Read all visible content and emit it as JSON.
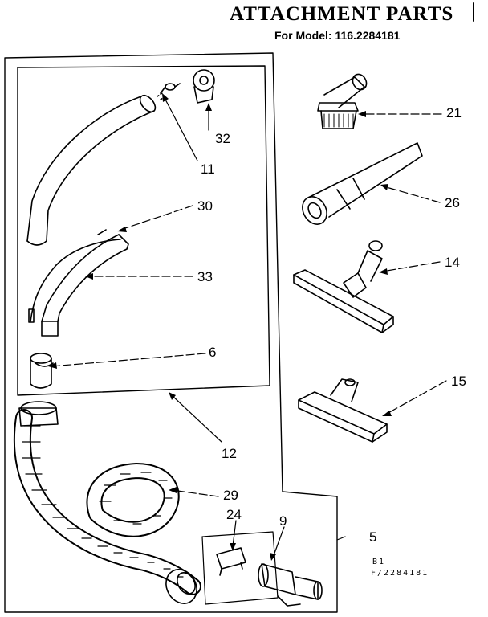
{
  "header": {
    "title": "ATTACHMENT PARTS",
    "model_line": "For Model: 116.2284181"
  },
  "callouts": [
    {
      "id": "21",
      "part": "dusting-brush"
    },
    {
      "id": "26",
      "part": "crevice-tool"
    },
    {
      "id": "14",
      "part": "floor-brush"
    },
    {
      "id": "15",
      "part": "upholstery-nozzle"
    },
    {
      "id": "32",
      "part": "hose-clip"
    },
    {
      "id": "11",
      "part": "screw"
    },
    {
      "id": "30",
      "part": "wire-harness"
    },
    {
      "id": "33",
      "part": "handle"
    },
    {
      "id": "6",
      "part": "hose-cuff"
    },
    {
      "id": "12",
      "part": "hose-assembly"
    },
    {
      "id": "29",
      "part": "hose"
    },
    {
      "id": "24",
      "part": "terminal"
    },
    {
      "id": "9",
      "part": "connector"
    },
    {
      "id": "5",
      "part": "hose-and-handle-assembly"
    }
  ],
  "footer_code": {
    "line1": "B1",
    "line2": "F/2284181"
  }
}
